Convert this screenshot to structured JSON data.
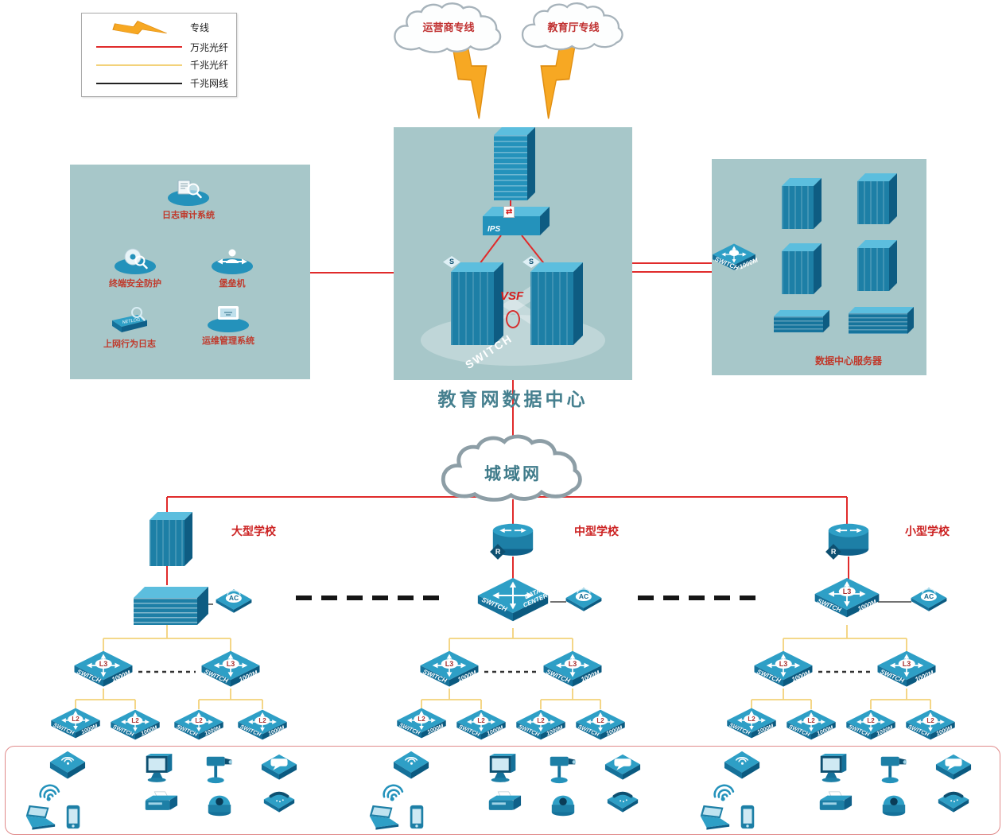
{
  "legend": {
    "items": [
      {
        "label": "专线",
        "type": "lightning",
        "color": "#f7a823"
      },
      {
        "label": "万兆光纤",
        "type": "line",
        "color": "#e02b2b"
      },
      {
        "label": "千兆光纤",
        "type": "line",
        "color": "#f3d27a"
      },
      {
        "label": "千兆网线",
        "type": "line",
        "color": "#222222"
      }
    ]
  },
  "clouds": {
    "operator": "运营商专线",
    "education": "教育厅专线",
    "metro": "城域网"
  },
  "data_center": {
    "title": "教育网数据中心",
    "ips_label": "IPS",
    "ips_arrows_icon": "⇄",
    "vsf_label": "VSF",
    "switch_label": "SWITCH",
    "server_badge": "S"
  },
  "security_zone": {
    "items": [
      {
        "label": "日志审计系统",
        "icon": "log-audit-icon"
      },
      {
        "label": "终端安全防护",
        "icon": "endpoint-protection-icon"
      },
      {
        "label": "堡垒机",
        "icon": "bastion-host-icon"
      },
      {
        "label": "上网行为日志",
        "icon": "net-behavior-log-icon",
        "device_text": "NETLOG"
      },
      {
        "label": "运维管理系统",
        "icon": "ops-management-icon"
      }
    ]
  },
  "server_zone": {
    "title": "数据中心服务器",
    "switch_label_left": "SWITCH",
    "switch_label_right": "1000M"
  },
  "device_labels": {
    "l3_badge": "L3",
    "l2_badge": "L2",
    "switch_word": "SWITCH",
    "speed_word": "1000M",
    "ac_badge": "AC",
    "router_badge": "R",
    "dc_word1": "DATA",
    "dc_word2": "CENTER"
  },
  "schools": [
    {
      "name": "大型学校"
    },
    {
      "name": "中型学校"
    },
    {
      "name": "小型学校"
    }
  ],
  "terminals": {
    "types": [
      "wireless-ap",
      "wifi-signal",
      "laptop",
      "smartphone",
      "desktop-monitor",
      "printer",
      "ptz-camera",
      "dome-camera",
      "chat-device",
      "telephone"
    ],
    "groups": 3
  },
  "colors": {
    "zone_bg": "#a7c7c9",
    "device_teal": "#1d7fa6",
    "line_red": "#e02b2b",
    "line_yellow": "#f3d27a",
    "line_black": "#222222",
    "label_red": "#c0392b",
    "title_teal": "#46808f"
  }
}
